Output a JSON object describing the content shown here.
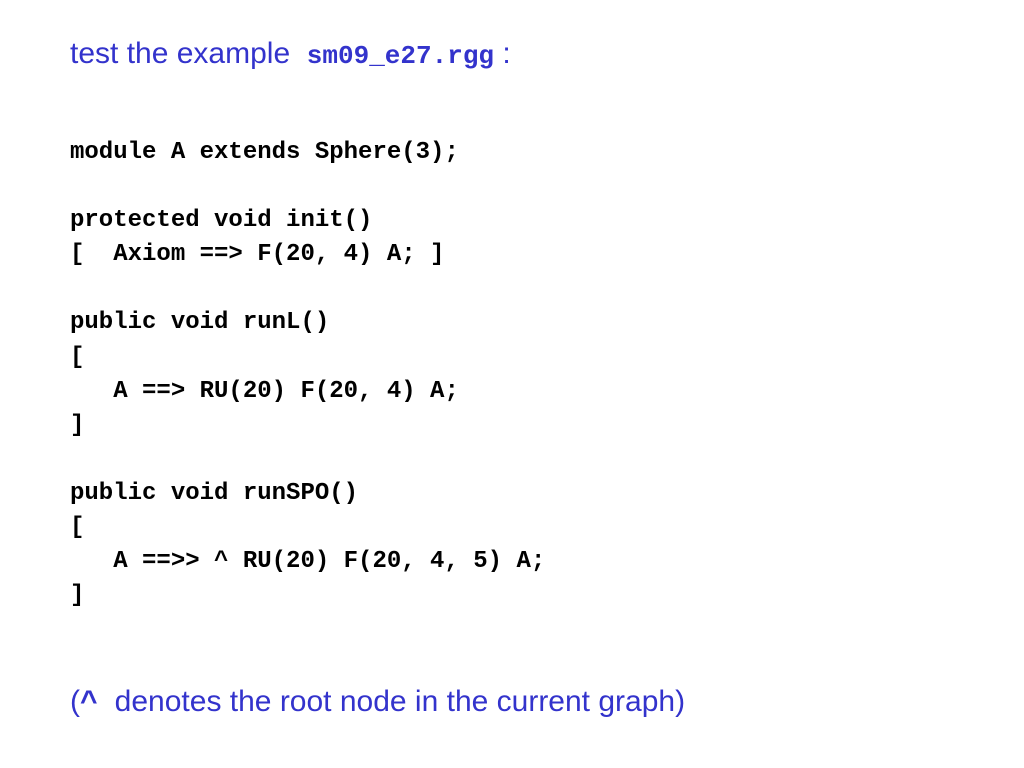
{
  "colors": {
    "accent": "#3333cc",
    "code": "#000000",
    "background": "#ffffff"
  },
  "title": {
    "prefix": "test the example  ",
    "filename": "sm09_e27.rgg",
    "suffix": " :"
  },
  "code_lines": [
    "module A extends Sphere(3);",
    "",
    "protected void init()",
    "[  Axiom ==> F(20, 4) A; ]",
    "",
    "public void runL()",
    "[",
    "   A ==> RU(20) F(20, 4) A;",
    "]",
    "",
    "public void runSPO()",
    "[",
    "   A ==>> ^ RU(20) F(20, 4, 5) A;",
    "]"
  ],
  "note": {
    "open": "(",
    "caret": "^",
    "text": "  denotes the root node in the current graph)"
  }
}
